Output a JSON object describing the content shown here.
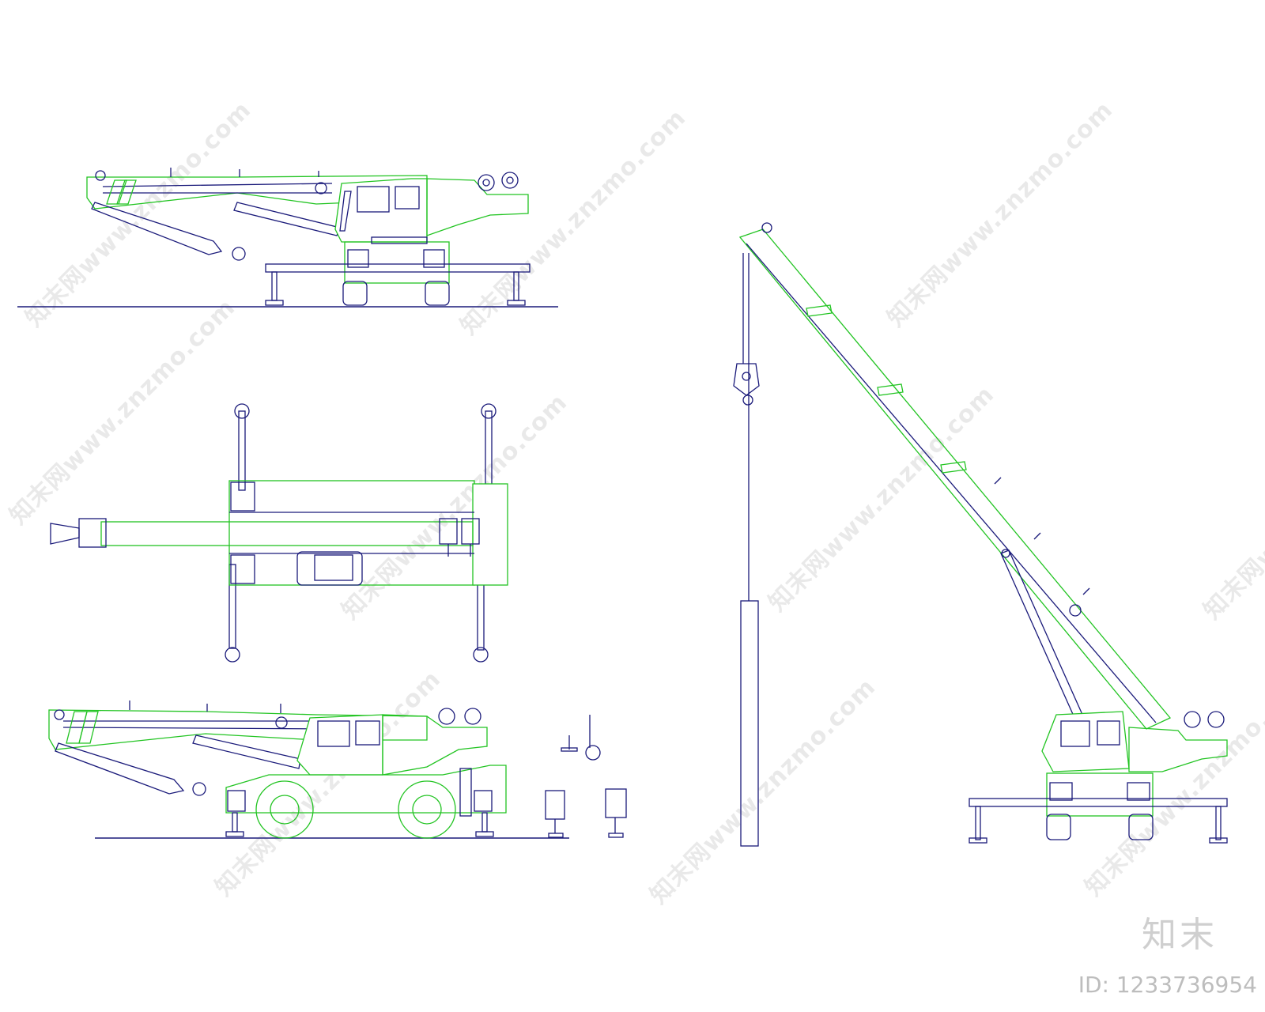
{
  "watermark": {
    "text": "知末网www.znzmo.com"
  },
  "brand": {
    "logo_text": "知末",
    "id_text": "ID: 1233736954"
  },
  "colors": {
    "frame": "#22c422",
    "detail": "#1a1a7a",
    "background": "#ffffff"
  }
}
